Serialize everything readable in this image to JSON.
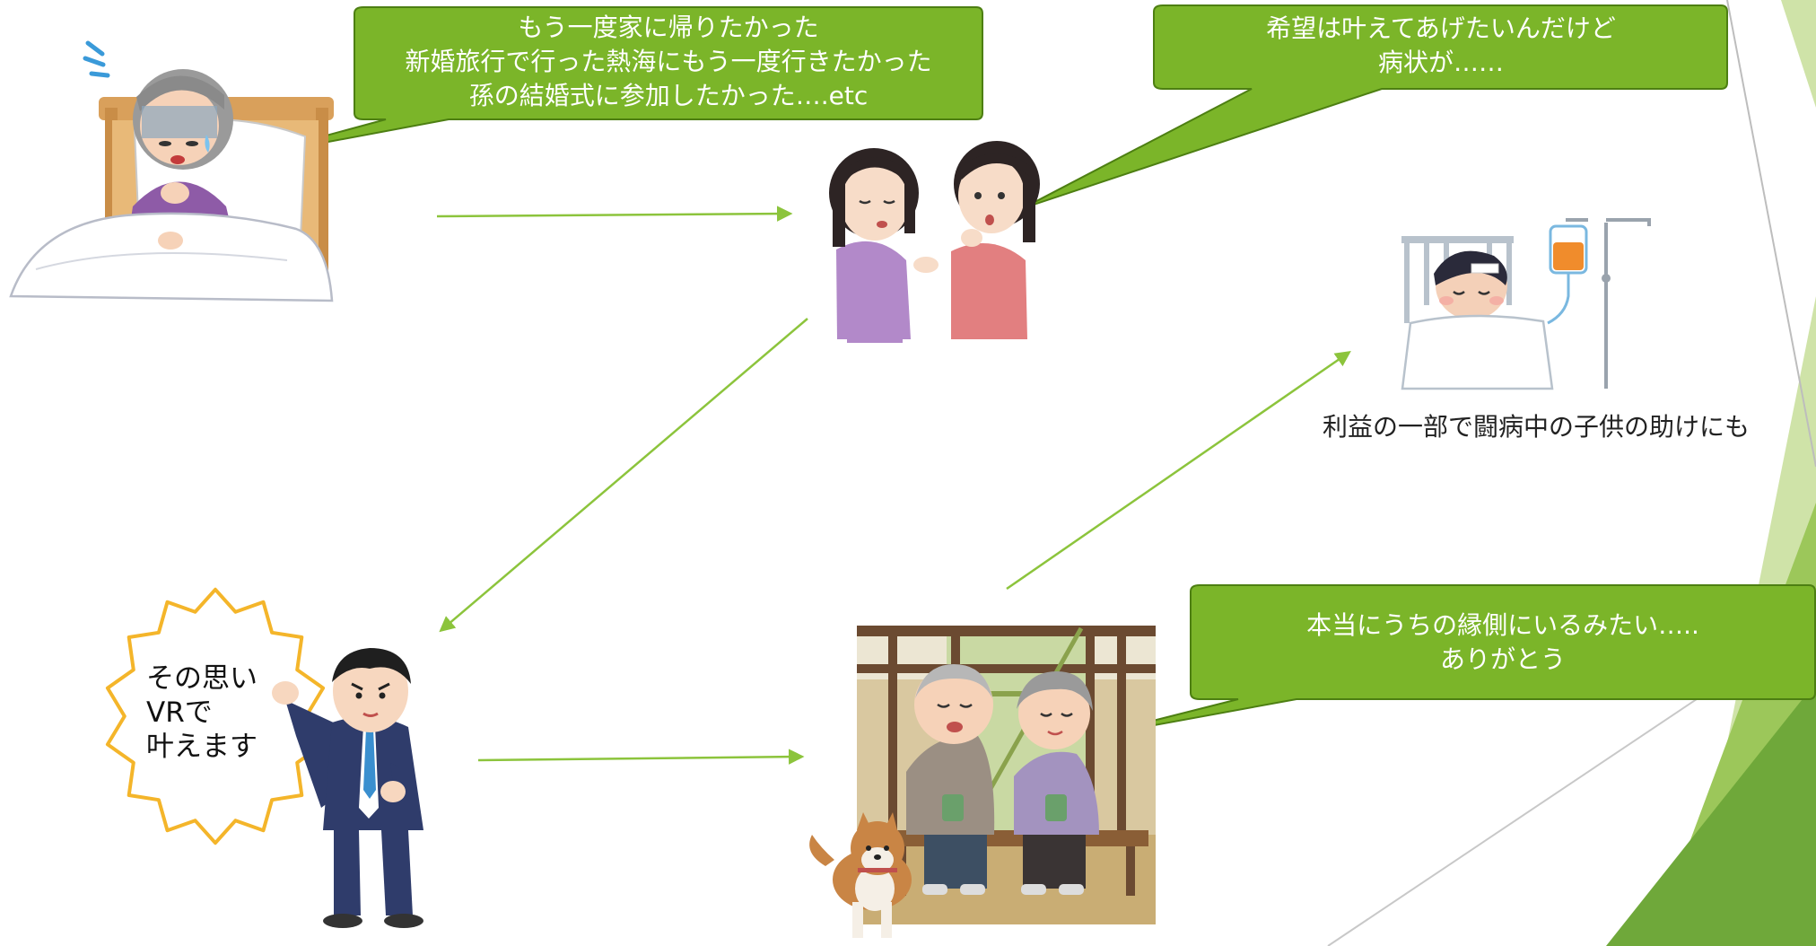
{
  "colors": {
    "bubble_fill": "#7bb529",
    "bubble_border": "#4d7f12",
    "arrow": "#8cc43c",
    "burst_stroke": "#f4b52a",
    "deco_green_light": "#cfe3a8",
    "deco_green_mid": "#9cc75a",
    "deco_green_dark": "#6fa83a"
  },
  "bubbles": {
    "grandma_wish": {
      "lines": [
        "もう一度家に帰りたかった",
        "新婚旅行で行った熱海にもう一度行きたかった",
        "孫の結婚式に参加したかった….etc"
      ]
    },
    "family_worry": {
      "lines": [
        "希望は叶えてあげたいんだけど",
        "病状が……"
      ]
    },
    "couple_thanks": {
      "lines": [
        "本当にうちの縁側にいるみたい…..",
        "ありがとう"
      ]
    }
  },
  "burst": {
    "lines": [
      "その思い",
      "VRで",
      "叶えます"
    ]
  },
  "caption": {
    "text": "利益の一部で闘病中の子供の助けにも"
  },
  "illustrations": {
    "grandma": "sick-grandmother-in-bed-icon",
    "family": "worried-women-talking-icon",
    "child": "sick-child-in-hospital-bed-icon",
    "businessman": "businessman-fist-pump-icon",
    "couple": "elderly-couple-on-veranda-with-dog-icon"
  }
}
